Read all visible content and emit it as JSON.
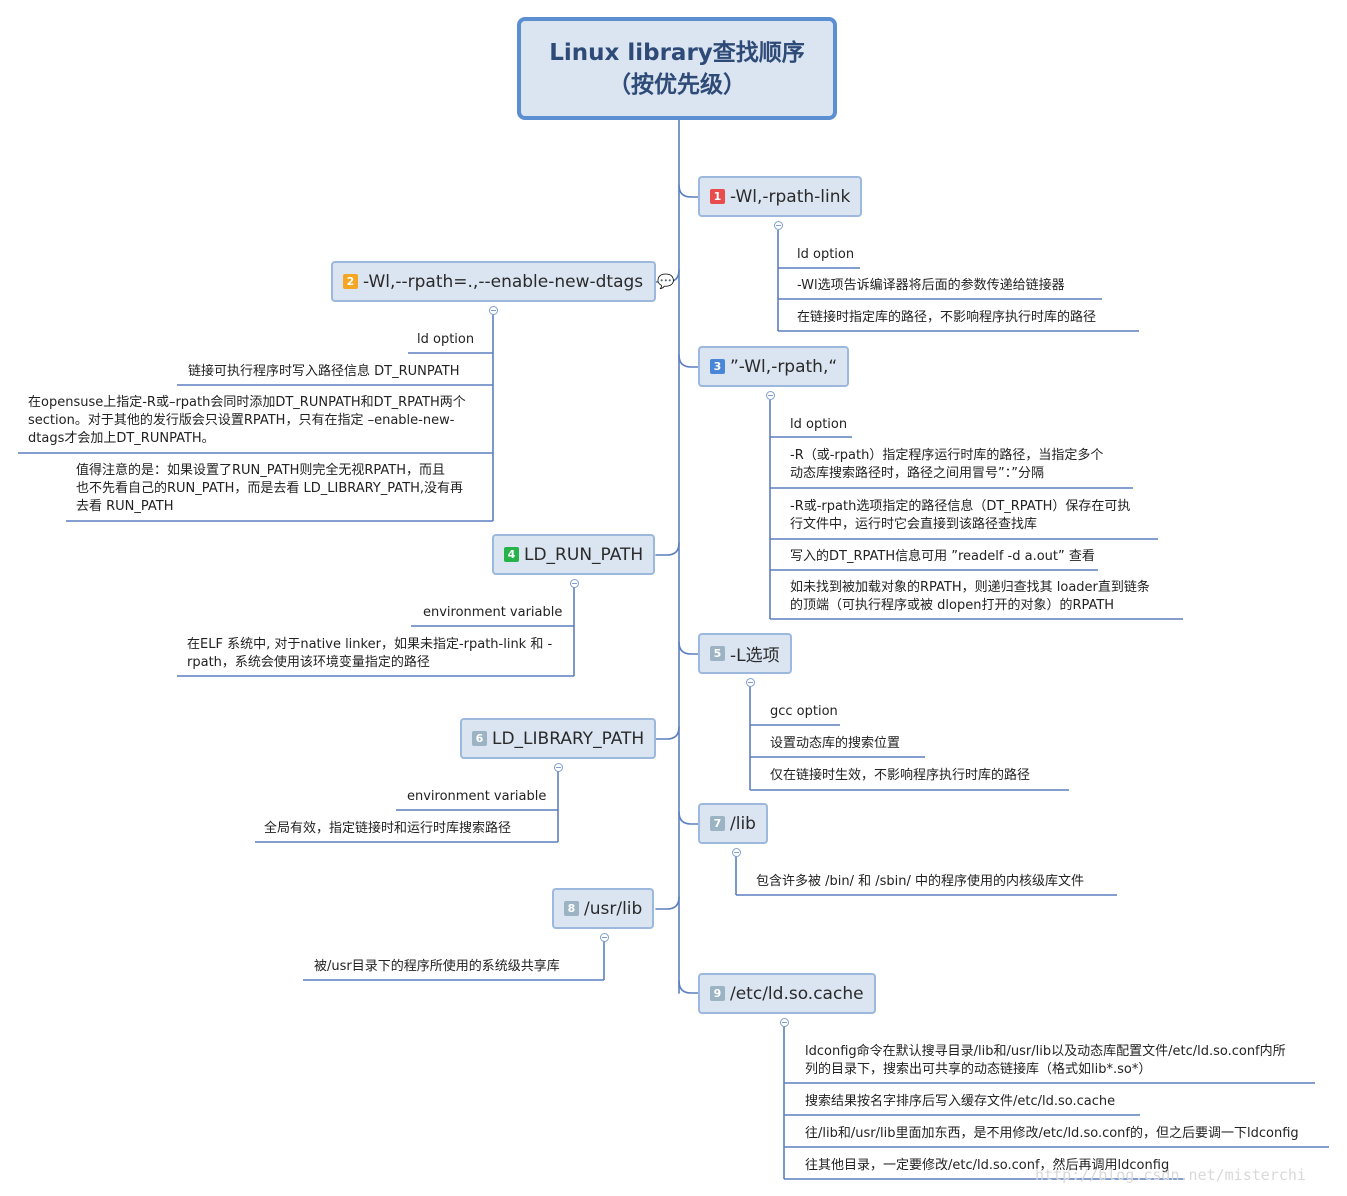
{
  "root": {
    "line1": "Linux library查找顺序",
    "line2": "（按优先级）"
  },
  "colors": {
    "badge_1": "#e84c4c",
    "badge_2": "#f5a623",
    "badge_3": "#4a86d8",
    "badge_4": "#27b34a",
    "badge_default": "#9bb3c3",
    "topic_fill": "#dbe5f2",
    "topic_border": "#9cb8dd",
    "line": "#5b7fc0",
    "root_border": "#5b8fd1"
  },
  "topics": {
    "t1": {
      "num": "1",
      "label": "-Wl,-rpath-link",
      "items": [
        "ld option",
        "-Wl选项告诉编译器将后面的参数传递给链接器",
        "在链接时指定库的路径，不影响程序执行时库的路径"
      ]
    },
    "t2": {
      "num": "2",
      "label": "-Wl,--rpath=.,--enable-new-dtags",
      "note_icon": "comment-icon",
      "items": [
        "ld option",
        "链接可执行程序时写入路径信息 DT_RUNPATH",
        "在opensuse上指定-R或–rpath会同时添加DT_RUNPATH和DT_RPATH两个",
        "section。对于其他的发行版会只设置RPATH，只有在指定 –enable-new-",
        "dtags才会加上DT_RUNPATH。",
        "值得注意的是：如果设置了RUN_PATH则完全无视RPATH，而且",
        "也不先看自己的RUN_PATH，而是去看 LD_LIBRARY_PATH,没有再",
        "去看 RUN_PATH"
      ]
    },
    "t3": {
      "num": "3",
      "label": "”-Wl,-rpath,“",
      "items": [
        "ld option",
        "-R（或-rpath）指定程序运行时库的路径，当指定多个",
        "动态库搜索路径时，路径之间用冒号”：”分隔",
        "-R或-rpath选项指定的路径信息（DT_RPATH）保存在可执",
        "行文件中，运行时它会直接到该路径查找库",
        "写入的DT_RPATH信息可用 ”readelf -d a.out” 查看",
        "如未找到被加载对象的RPATH，则递归查找其 loader直到链条",
        "的顶端（可执行程序或被 dlopen打开的对象）的RPATH"
      ]
    },
    "t4": {
      "num": "4",
      "label": "LD_RUN_PATH",
      "items": [
        "environment variable",
        "在ELF 系统中, 对于native linker，如果未指定-rpath-link 和 -",
        "rpath，系统会使用该环境变量指定的路径"
      ]
    },
    "t5": {
      "num": "5",
      "label": "-L选项",
      "items": [
        "gcc option",
        "设置动态库的搜索位置",
        "仅在链接时生效，不影响程序执行时库的路径"
      ]
    },
    "t6": {
      "num": "6",
      "label": "LD_LIBRARY_PATH",
      "items": [
        "environment variable",
        "全局有效，指定链接时和运行时库搜索路径"
      ]
    },
    "t7": {
      "num": "7",
      "label": "/lib",
      "items": [
        "包含许多被 /bin/ 和 /sbin/ 中的程序使用的内核级库文件"
      ]
    },
    "t8": {
      "num": "8",
      "label": "/usr/lib",
      "items": [
        "被/usr目录下的程序所使用的系统级共享库"
      ]
    },
    "t9": {
      "num": "9",
      "label": "/etc/ld.so.cache",
      "items": [
        "ldconfig命令在默认搜寻目录/lib和/usr/lib以及动态库配置文件/etc/ld.so.conf内所",
        "列的目录下，搜索出可共享的动态链接库（格式如lib*.so*）",
        "搜索结果按名字排序后写入缓存文件/etc/ld.so.cache",
        "往/lib和/usr/lib里面加东西，是不用修改/etc/ld.so.conf的，但之后要调一下ldconfig",
        "往其他目录，一定要修改/etc/ld.so.conf，然后再调用ldconfig"
      ]
    }
  },
  "watermark": "http://blog.csdn.net/misterchi"
}
